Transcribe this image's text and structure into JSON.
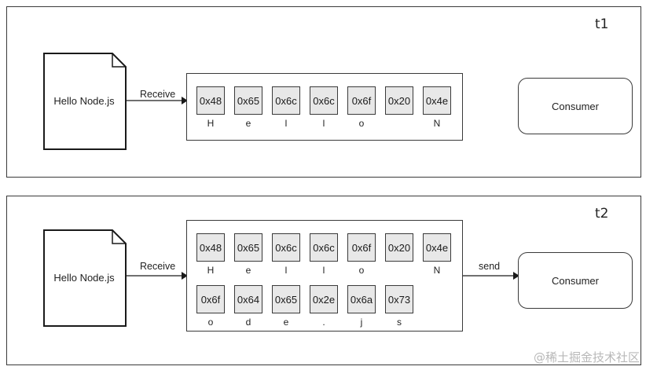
{
  "panels": [
    {
      "time_label": "t1",
      "document_text": "Hello Node.js",
      "receive_label": "Receive",
      "send_label": "",
      "consumer_label": "Consumer",
      "bytes": [
        {
          "hex": "0x48",
          "char": "H"
        },
        {
          "hex": "0x65",
          "char": "e"
        },
        {
          "hex": "0x6c",
          "char": "l"
        },
        {
          "hex": "0x6c",
          "char": "l"
        },
        {
          "hex": "0x6f",
          "char": "o"
        },
        {
          "hex": "0x20",
          "char": ""
        },
        {
          "hex": "0x4e",
          "char": "N"
        }
      ]
    },
    {
      "time_label": "t2",
      "document_text": "Hello Node.js",
      "receive_label": "Receive",
      "send_label": "send",
      "consumer_label": "Consumer",
      "bytes": [
        {
          "hex": "0x48",
          "char": "H"
        },
        {
          "hex": "0x65",
          "char": "e"
        },
        {
          "hex": "0x6c",
          "char": "l"
        },
        {
          "hex": "0x6c",
          "char": "l"
        },
        {
          "hex": "0x6f",
          "char": "o"
        },
        {
          "hex": "0x20",
          "char": ""
        },
        {
          "hex": "0x4e",
          "char": "N"
        },
        {
          "hex": "0x6f",
          "char": "o"
        },
        {
          "hex": "0x64",
          "char": "d"
        },
        {
          "hex": "0x65",
          "char": "e"
        },
        {
          "hex": "0x2e",
          "char": "."
        },
        {
          "hex": "0x6a",
          "char": "j"
        },
        {
          "hex": "0x73",
          "char": "s"
        }
      ]
    }
  ],
  "watermark": "@稀土掘金技术社区"
}
